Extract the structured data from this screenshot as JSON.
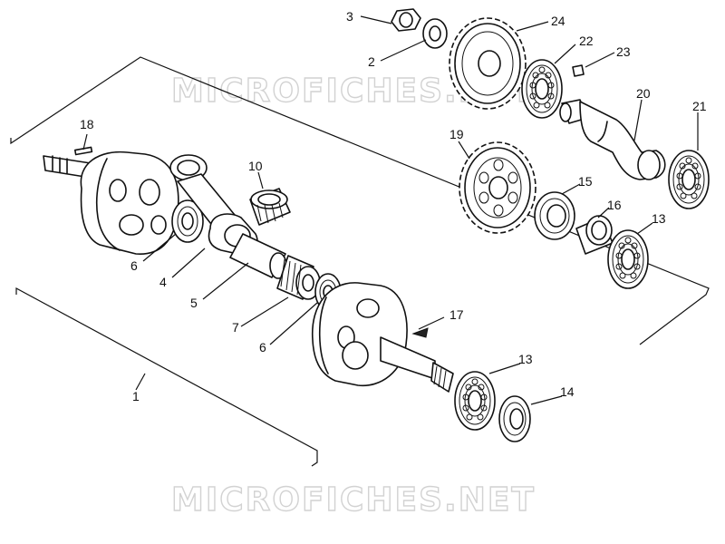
{
  "watermarks": {
    "top": "MICROFICHES.NET",
    "bottom": "MICROFICHES.NET"
  },
  "callouts": {
    "c1": "1",
    "c2": "2",
    "c3": "3",
    "c4": "4",
    "c5": "5",
    "c6a": "6",
    "c6b": "6",
    "c7": "7",
    "c10": "10",
    "c13a": "13",
    "c13b": "13",
    "c14": "14",
    "c15": "15",
    "c16": "16",
    "c17": "17",
    "c18": "18",
    "c19": "19",
    "c20": "20",
    "c21": "21",
    "c22": "22",
    "c23": "23",
    "c24": "24"
  }
}
